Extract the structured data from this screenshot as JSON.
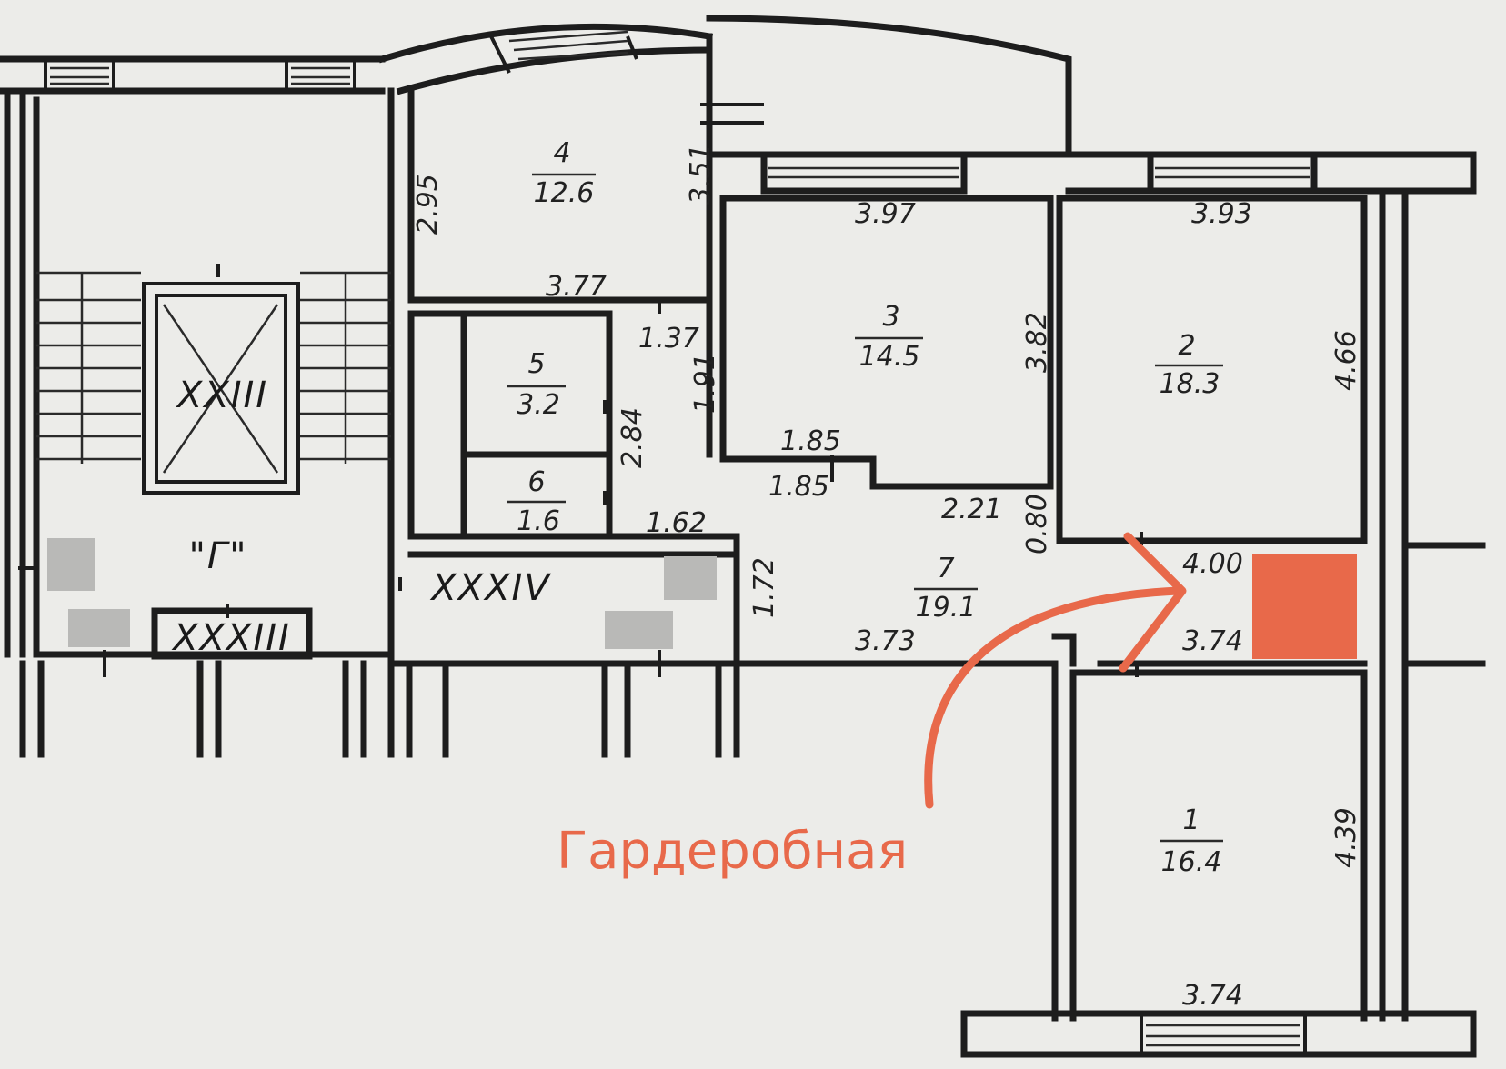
{
  "plan": {
    "rooms": [
      {
        "num": "4",
        "area": "12.6"
      },
      {
        "num": "3",
        "area": "14.5"
      },
      {
        "num": "2",
        "area": "18.3"
      },
      {
        "num": "5",
        "area": "3.2"
      },
      {
        "num": "6",
        "area": "1.6"
      },
      {
        "num": "7",
        "area": "19.1"
      },
      {
        "num": "1",
        "area": "16.4"
      }
    ],
    "dimensions": [
      "2.95",
      "3.51",
      "3.77",
      "3.97",
      "3.93",
      "1.37",
      "1.91",
      "3.82",
      "4.66",
      "1.85",
      "1.85",
      "2.84",
      "2.21",
      "1.62",
      "0.80",
      "4.00",
      "1.72",
      "3.73",
      "3.74",
      "4.39",
      "3.74"
    ],
    "labels": {
      "stair_hall": "\"Г\"",
      "elevator": "XXIII",
      "corridor": "XXXIV",
      "chute": "XXXIII"
    }
  },
  "annotation": {
    "text": "Гардеробная",
    "color": "#e8694a"
  }
}
